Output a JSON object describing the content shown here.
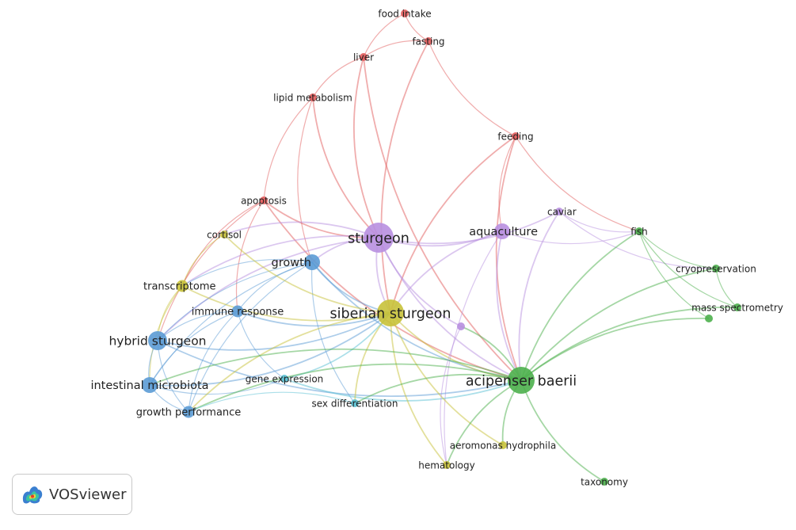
{
  "app": {
    "name": "VOSviewer",
    "logo_icon": "vosviewer-heatmap-logo-icon"
  },
  "colors": {
    "red": "#e25b5b",
    "yellow": "#c8c23a",
    "purple": "#b88fe0",
    "blue": "#5b9bd5",
    "green": "#4cb04c",
    "cyan": "#57c0d3"
  },
  "network": {
    "nodes": [
      {
        "id": "food-intake",
        "label": "food intake",
        "cluster": "red",
        "weight": 1
      },
      {
        "id": "fasting",
        "label": "fasting",
        "cluster": "red",
        "weight": 1
      },
      {
        "id": "liver",
        "label": "liver",
        "cluster": "red",
        "weight": 1
      },
      {
        "id": "lipid-metabolism",
        "label": "lipid metabolism",
        "cluster": "red",
        "weight": 1
      },
      {
        "id": "feeding",
        "label": "feeding",
        "cluster": "red",
        "weight": 1
      },
      {
        "id": "apoptosis",
        "label": "apoptosis",
        "cluster": "red",
        "weight": 1
      },
      {
        "id": "caviar",
        "label": "caviar",
        "cluster": "purple",
        "weight": 1
      },
      {
        "id": "cortisol",
        "label": "cortisol",
        "cluster": "yellow",
        "weight": 1
      },
      {
        "id": "sturgeon",
        "label": "sturgeon",
        "cluster": "purple",
        "weight": 5
      },
      {
        "id": "aquaculture",
        "label": "aquaculture",
        "cluster": "purple",
        "weight": 3
      },
      {
        "id": "fish",
        "label": "fish",
        "cluster": "green",
        "weight": 1
      },
      {
        "id": "cryopreservation",
        "label": "cryopreservation",
        "cluster": "green",
        "weight": 1
      },
      {
        "id": "growth",
        "label": "growth",
        "cluster": "blue",
        "weight": 3
      },
      {
        "id": "transcriptome",
        "label": "transcriptome",
        "cluster": "yellow",
        "weight": 2
      },
      {
        "id": "immune-response",
        "label": "immune response",
        "cluster": "blue",
        "weight": 2
      },
      {
        "id": "siberian-sturgeon",
        "label": "siberian sturgeon",
        "cluster": "yellow",
        "weight": 6
      },
      {
        "id": "mass-spectrometry",
        "label": "mass spectrometry",
        "cluster": "green",
        "weight": 1
      },
      {
        "id": "green-unlabeled",
        "label": "",
        "cluster": "green",
        "weight": 1
      },
      {
        "id": "purple-unlabeled",
        "label": "",
        "cluster": "purple",
        "weight": 1
      },
      {
        "id": "hybrid-sturgeon",
        "label": "hybrid sturgeon",
        "cluster": "blue",
        "weight": 4
      },
      {
        "id": "intestinal-microbiota",
        "label": "intestinal microbiota",
        "cluster": "blue",
        "weight": 3
      },
      {
        "id": "gene-expression",
        "label": "gene expression",
        "cluster": "cyan",
        "weight": 1
      },
      {
        "id": "acipenser-baerii",
        "label": "acipenser baerii",
        "cluster": "green",
        "weight": 6
      },
      {
        "id": "sex-differentiation",
        "label": "sex differentiation",
        "cluster": "cyan",
        "weight": 1
      },
      {
        "id": "growth-performance",
        "label": "growth performance",
        "cluster": "blue",
        "weight": 2
      },
      {
        "id": "aeromonas-hydrophila",
        "label": "aeromonas hydrophila",
        "cluster": "yellow",
        "weight": 1
      },
      {
        "id": "hematology",
        "label": "hematology",
        "cluster": "yellow",
        "weight": 1
      },
      {
        "id": "taxonomy",
        "label": "taxonomy",
        "cluster": "green",
        "weight": 1
      }
    ],
    "links": [
      [
        "food-intake",
        "fasting"
      ],
      [
        "food-intake",
        "liver"
      ],
      [
        "fasting",
        "liver"
      ],
      [
        "fasting",
        "feeding"
      ],
      [
        "fasting",
        "siberian-sturgeon"
      ],
      [
        "liver",
        "lipid-metabolism"
      ],
      [
        "liver",
        "sturgeon"
      ],
      [
        "liver",
        "acipenser-baerii"
      ],
      [
        "lipid-metabolism",
        "apoptosis"
      ],
      [
        "lipid-metabolism",
        "growth"
      ],
      [
        "lipid-metabolism",
        "sturgeon"
      ],
      [
        "feeding",
        "aquaculture"
      ],
      [
        "feeding",
        "acipenser-baerii"
      ],
      [
        "feeding",
        "siberian-sturgeon"
      ],
      [
        "feeding",
        "fish"
      ],
      [
        "apoptosis",
        "sturgeon"
      ],
      [
        "apoptosis",
        "transcriptome"
      ],
      [
        "apoptosis",
        "immune-response"
      ],
      [
        "apoptosis",
        "acipenser-baerii"
      ],
      [
        "apoptosis",
        "hybrid-sturgeon"
      ],
      [
        "sturgeon",
        "aquaculture"
      ],
      [
        "sturgeon",
        "caviar"
      ],
      [
        "sturgeon",
        "growth"
      ],
      [
        "sturgeon",
        "siberian-sturgeon"
      ],
      [
        "sturgeon",
        "cortisol"
      ],
      [
        "sturgeon",
        "hybrid-sturgeon"
      ],
      [
        "sturgeon",
        "acipenser-baerii"
      ],
      [
        "sturgeon",
        "transcriptome"
      ],
      [
        "sturgeon",
        "purple-unlabeled"
      ],
      [
        "aquaculture",
        "siberian-sturgeon"
      ],
      [
        "aquaculture",
        "acipenser-baerii"
      ],
      [
        "aquaculture",
        "fish"
      ],
      [
        "aquaculture",
        "hematology"
      ],
      [
        "caviar",
        "fish"
      ],
      [
        "caviar",
        "acipenser-baerii"
      ],
      [
        "caviar",
        "cryopreservation"
      ],
      [
        "fish",
        "cryopreservation"
      ],
      [
        "fish",
        "mass-spectrometry"
      ],
      [
        "fish",
        "green-unlabeled"
      ],
      [
        "fish",
        "acipenser-baerii"
      ],
      [
        "cryopreservation",
        "acipenser-baerii"
      ],
      [
        "cryopreservation",
        "mass-spectrometry"
      ],
      [
        "mass-spectrometry",
        "acipenser-baerii"
      ],
      [
        "green-unlabeled",
        "acipenser-baerii"
      ],
      [
        "growth",
        "hybrid-sturgeon"
      ],
      [
        "growth",
        "intestinal-microbiota"
      ],
      [
        "growth",
        "transcriptome"
      ],
      [
        "growth",
        "immune-response"
      ],
      [
        "growth",
        "siberian-sturgeon"
      ],
      [
        "growth",
        "growth-performance"
      ],
      [
        "growth",
        "acipenser-baerii"
      ],
      [
        "growth",
        "sex-differentiation"
      ],
      [
        "cortisol",
        "transcriptome"
      ],
      [
        "cortisol",
        "siberian-sturgeon"
      ],
      [
        "transcriptome",
        "hybrid-sturgeon"
      ],
      [
        "transcriptome",
        "siberian-sturgeon"
      ],
      [
        "transcriptome",
        "intestinal-microbiota"
      ],
      [
        "immune-response",
        "hybrid-sturgeon"
      ],
      [
        "immune-response",
        "intestinal-microbiota"
      ],
      [
        "immune-response",
        "growth-performance"
      ],
      [
        "immune-response",
        "siberian-sturgeon"
      ],
      [
        "immune-response",
        "gene-expression"
      ],
      [
        "hybrid-sturgeon",
        "intestinal-microbiota"
      ],
      [
        "hybrid-sturgeon",
        "growth-performance"
      ],
      [
        "hybrid-sturgeon",
        "siberian-sturgeon"
      ],
      [
        "hybrid-sturgeon",
        "acipenser-baerii"
      ],
      [
        "intestinal-microbiota",
        "growth-performance"
      ],
      [
        "intestinal-microbiota",
        "siberian-sturgeon"
      ],
      [
        "intestinal-microbiota",
        "gene-expression"
      ],
      [
        "gene-expression",
        "siberian-sturgeon"
      ],
      [
        "gene-expression",
        "acipenser-baerii"
      ],
      [
        "siberian-sturgeon",
        "acipenser-baerii"
      ],
      [
        "siberian-sturgeon",
        "sex-differentiation"
      ],
      [
        "siberian-sturgeon",
        "aeromonas-hydrophila"
      ],
      [
        "siberian-sturgeon",
        "hematology"
      ],
      [
        "siberian-sturgeon",
        "growth-performance"
      ],
      [
        "acipenser-baerii",
        "sex-differentiation"
      ],
      [
        "acipenser-baerii",
        "aeromonas-hydrophila"
      ],
      [
        "acipenser-baerii",
        "hematology"
      ],
      [
        "acipenser-baerii",
        "taxonomy"
      ],
      [
        "acipenser-baerii",
        "purple-unlabeled"
      ],
      [
        "acipenser-baerii",
        "intestinal-microbiota"
      ],
      [
        "acipenser-baerii",
        "growth-performance"
      ],
      [
        "purple-unlabeled",
        "hematology"
      ],
      [
        "sex-differentiation",
        "growth-performance"
      ]
    ]
  }
}
